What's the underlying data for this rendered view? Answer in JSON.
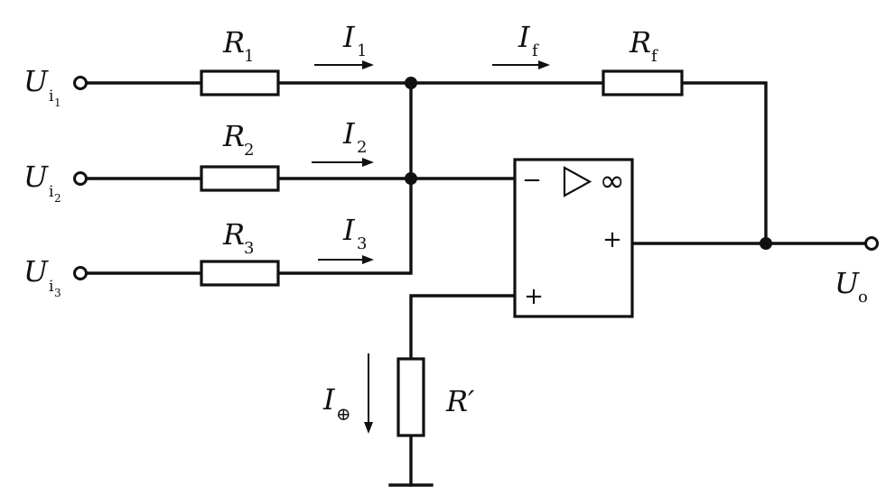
{
  "inputs": [
    {
      "symbol": "U",
      "sub": "i",
      "subsub": "1"
    },
    {
      "symbol": "U",
      "sub": "i",
      "subsub": "2"
    },
    {
      "symbol": "U",
      "sub": "i",
      "subsub": "3"
    }
  ],
  "resistors": {
    "r1": {
      "symbol": "R",
      "sub": "1"
    },
    "r2": {
      "symbol": "R",
      "sub": "2"
    },
    "r3": {
      "symbol": "R",
      "sub": "3"
    },
    "rf": {
      "symbol": "R",
      "sub": "f"
    },
    "rprime": {
      "symbol": "R′"
    }
  },
  "currents": {
    "i1": {
      "symbol": "I",
      "sub": "1"
    },
    "i2": {
      "symbol": "I",
      "sub": "2"
    },
    "i3": {
      "symbol": "I",
      "sub": "3"
    },
    "if": {
      "symbol": "I",
      "sub": "f"
    },
    "ibal": {
      "symbol": "I",
      "sub": "⊕"
    }
  },
  "opamp": {
    "inverting_sign": "−",
    "noninverting_sign": "+",
    "output_sign": "+",
    "gain_symbol": "∞"
  },
  "output": {
    "symbol": "U",
    "sub": "o"
  }
}
